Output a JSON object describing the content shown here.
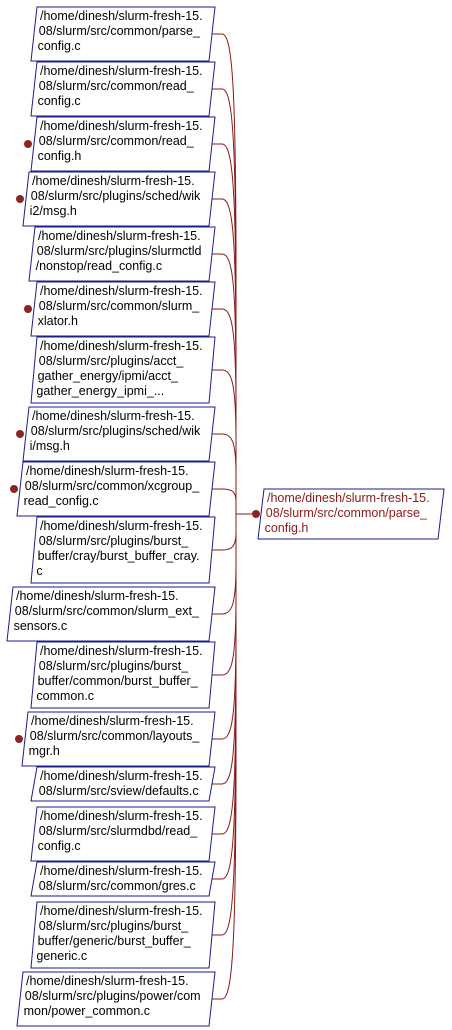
{
  "graph": {
    "colors": {
      "edge": "#8b1a1a",
      "box_border": "#1c1c8c",
      "dot": "#8b2525",
      "target_text": "#8b1a1a"
    },
    "target": {
      "id": "target",
      "lines": [
        "/home/dinesh/slurm-fresh-15.",
        "08/slurm/src/common/parse_",
        "config.h"
      ]
    },
    "sources": [
      {
        "id": "n0",
        "dot": false,
        "lines": [
          "/home/dinesh/slurm-fresh-15.",
          "08/slurm/src/common/parse_",
          "config.c"
        ]
      },
      {
        "id": "n1",
        "dot": false,
        "lines": [
          "/home/dinesh/slurm-fresh-15.",
          "08/slurm/src/common/read_",
          "config.c"
        ]
      },
      {
        "id": "n2",
        "dot": true,
        "lines": [
          "/home/dinesh/slurm-fresh-15.",
          "08/slurm/src/common/read_",
          "config.h"
        ]
      },
      {
        "id": "n3",
        "dot": true,
        "lines": [
          "/home/dinesh/slurm-fresh-15.",
          "08/slurm/src/plugins/sched/wik",
          "i2/msg.h"
        ]
      },
      {
        "id": "n4",
        "dot": false,
        "lines": [
          "/home/dinesh/slurm-fresh-15.",
          "08/slurm/src/plugins/slurmctld",
          "/nonstop/read_config.c"
        ]
      },
      {
        "id": "n5",
        "dot": true,
        "lines": [
          "/home/dinesh/slurm-fresh-15.",
          "08/slurm/src/common/slurm_",
          "xlator.h"
        ]
      },
      {
        "id": "n6",
        "dot": false,
        "lines": [
          "/home/dinesh/slurm-fresh-15.",
          "08/slurm/src/plugins/acct_",
          "gather_energy/ipmi/acct_",
          "gather_energy_ipmi_..."
        ]
      },
      {
        "id": "n7",
        "dot": true,
        "lines": [
          "/home/dinesh/slurm-fresh-15.",
          "08/slurm/src/plugins/sched/wik",
          "i/msg.h"
        ]
      },
      {
        "id": "n8",
        "dot": true,
        "lines": [
          "/home/dinesh/slurm-fresh-15.",
          "08/slurm/src/common/xcgroup_",
          "read_config.c"
        ]
      },
      {
        "id": "n9",
        "dot": false,
        "lines": [
          "/home/dinesh/slurm-fresh-15.",
          "08/slurm/src/plugins/burst_",
          "buffer/cray/burst_buffer_cray.",
          "c"
        ]
      },
      {
        "id": "n10",
        "dot": false,
        "lines": [
          "/home/dinesh/slurm-fresh-15.",
          "08/slurm/src/common/slurm_ext_",
          "sensors.c"
        ]
      },
      {
        "id": "n11",
        "dot": false,
        "lines": [
          "/home/dinesh/slurm-fresh-15.",
          "08/slurm/src/plugins/burst_",
          "buffer/common/burst_buffer_",
          "common.c"
        ]
      },
      {
        "id": "n12",
        "dot": true,
        "lines": [
          "/home/dinesh/slurm-fresh-15.",
          "08/slurm/src/common/layouts_",
          "mgr.h"
        ]
      },
      {
        "id": "n13",
        "dot": false,
        "lines": [
          "/home/dinesh/slurm-fresh-15.",
          "08/slurm/src/sview/defaults.c"
        ]
      },
      {
        "id": "n14",
        "dot": false,
        "lines": [
          "/home/dinesh/slurm-fresh-15.",
          "08/slurm/src/slurmdbd/read_",
          "config.c"
        ]
      },
      {
        "id": "n15",
        "dot": false,
        "lines": [
          "/home/dinesh/slurm-fresh-15.",
          "08/slurm/src/common/gres.c"
        ]
      },
      {
        "id": "n16",
        "dot": false,
        "lines": [
          "/home/dinesh/slurm-fresh-15.",
          "08/slurm/src/plugins/burst_",
          "buffer/generic/burst_buffer_",
          "generic.c"
        ]
      },
      {
        "id": "n17",
        "dot": false,
        "lines": [
          "/home/dinesh/slurm-fresh-15.",
          "08/slurm/src/plugins/power/com",
          "mon/power_common.c"
        ]
      }
    ]
  }
}
